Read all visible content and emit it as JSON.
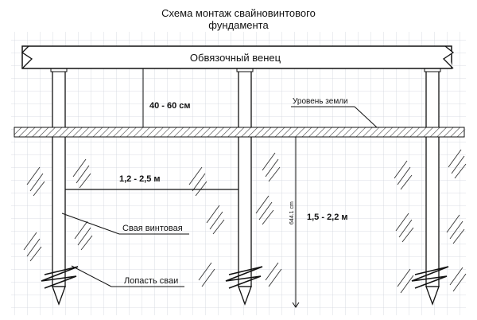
{
  "title_line1": "Схема монтаж свайновинтового",
  "title_line2": "фундамента",
  "beam_label": "Обвязочный венец",
  "gap_label": "40 - 60 см",
  "ground_label": "Уровень земли",
  "spacing_label": "1,2 - 2,5 м",
  "depth_label": "1,5 - 2,2 м",
  "pile_label": "Свая винтовая",
  "blade_label": "Лопасть сваи",
  "small_measure_label": "644.1 cm"
}
